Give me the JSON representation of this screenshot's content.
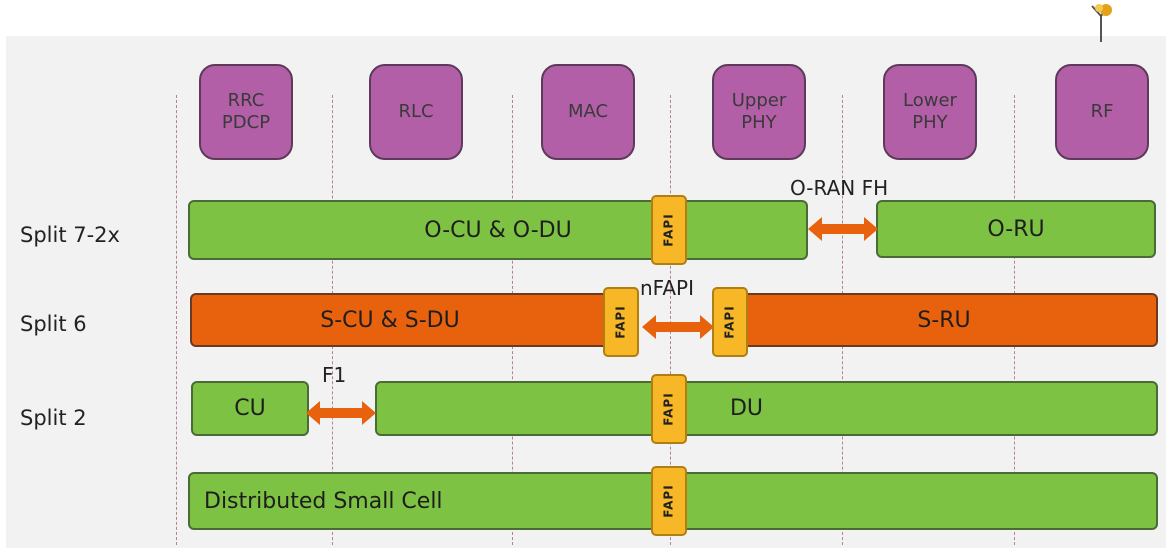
{
  "layers": [
    {
      "line1": "RRC",
      "line2": "PDCP"
    },
    {
      "line1": "RLC",
      "line2": ""
    },
    {
      "line1": "MAC",
      "line2": ""
    },
    {
      "line1": "Upper",
      "line2": "PHY"
    },
    {
      "line1": "Lower",
      "line2": "PHY"
    },
    {
      "line1": "RF",
      "line2": ""
    }
  ],
  "rows": {
    "split72x": {
      "label": "Split 7-2x",
      "left_bar": "O-CU & O-DU",
      "right_bar": "O-RU",
      "interface": "O-RAN FH"
    },
    "split6": {
      "label": "Split 6",
      "left_bar": "S-CU & S-DU",
      "right_bar": "S-RU",
      "interface": "nFAPI"
    },
    "split2": {
      "label": "Split 2",
      "left_bar": "CU",
      "right_bar": "DU",
      "interface": "F1"
    },
    "small_cell": {
      "bar": "Distributed Small Cell"
    }
  },
  "fapi_label": "FAPI",
  "colors": {
    "layer_box": "#b25fa8",
    "green_bar": "#7dc242",
    "orange_bar": "#e8620e",
    "fapi_tag": "#f7b726",
    "arrow": "#e8620e"
  }
}
